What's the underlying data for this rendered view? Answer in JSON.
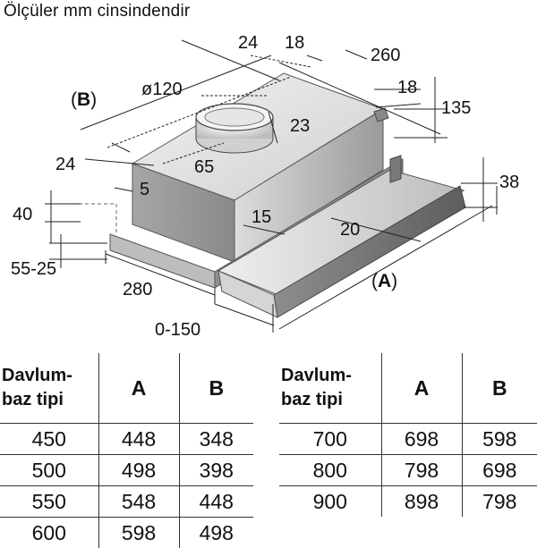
{
  "title": "Ölçüler mm cinsindendir",
  "dimensions": {
    "d24_top": "24",
    "d18_top": "18",
    "d260": "260",
    "d_b_open": "(",
    "d_b_letter": "B",
    "d_b_close": ")",
    "d120": "ø120",
    "d18_right": "18",
    "d135": "135",
    "d23": "23",
    "d24_left": "24",
    "d65": "65",
    "d5": "5",
    "d38": "38",
    "d40": "40",
    "d15": "15",
    "d20": "20",
    "d5525": "55-25",
    "d_a_open": "(",
    "d_a_letter": "A",
    "d_a_close": ")",
    "d280": "280",
    "d0150": "0-150"
  },
  "table_left": {
    "header_type_line1": "Davlum-",
    "header_type_line2": "baz tipi",
    "header_a": "A",
    "header_b": "B",
    "rows": [
      {
        "type": "450",
        "a": "448",
        "b": "348"
      },
      {
        "type": "500",
        "a": "498",
        "b": "398"
      },
      {
        "type": "550",
        "a": "548",
        "b": "448"
      },
      {
        "type": "600",
        "a": "598",
        "b": "498"
      }
    ]
  },
  "table_right": {
    "header_type_line1": "Davlum-",
    "header_type_line2": "baz tipi",
    "header_a": "A",
    "header_b": "B",
    "rows": [
      {
        "type": "700",
        "a": "698",
        "b": "598"
      },
      {
        "type": "800",
        "a": "798",
        "b": "698"
      },
      {
        "type": "900",
        "a": "898",
        "b": "798"
      }
    ]
  }
}
